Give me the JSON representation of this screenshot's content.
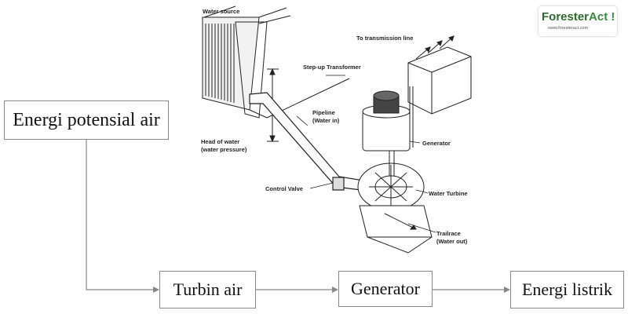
{
  "flow": {
    "potential": "Energi potensial air",
    "turbine": "Turbin air",
    "generator": "Generator",
    "electric": "Energi listrik"
  },
  "illustration_labels": {
    "water_source": "Water source",
    "transmission_line": "To transmission line",
    "step_up_transformer": "Step-up Transformer",
    "pipeline_line1": "Pipeline",
    "pipeline_line2": "(Water in)",
    "head_line1": "Head of water",
    "head_line2": "(water pressure)",
    "generator": "Generator",
    "control_valve": "Control Valve",
    "water_turbine": "Water Turbine",
    "tailrace_line1": "Trailrace",
    "tailrace_line2": "(Water out)"
  },
  "logo": {
    "brand_main": "Forester",
    "brand_accent": "Act !",
    "url": "www.foresteract.com"
  },
  "colors": {
    "box_border": "#8a8a8a",
    "arrow": "#888888",
    "logo_green": "#2a6a2a"
  }
}
